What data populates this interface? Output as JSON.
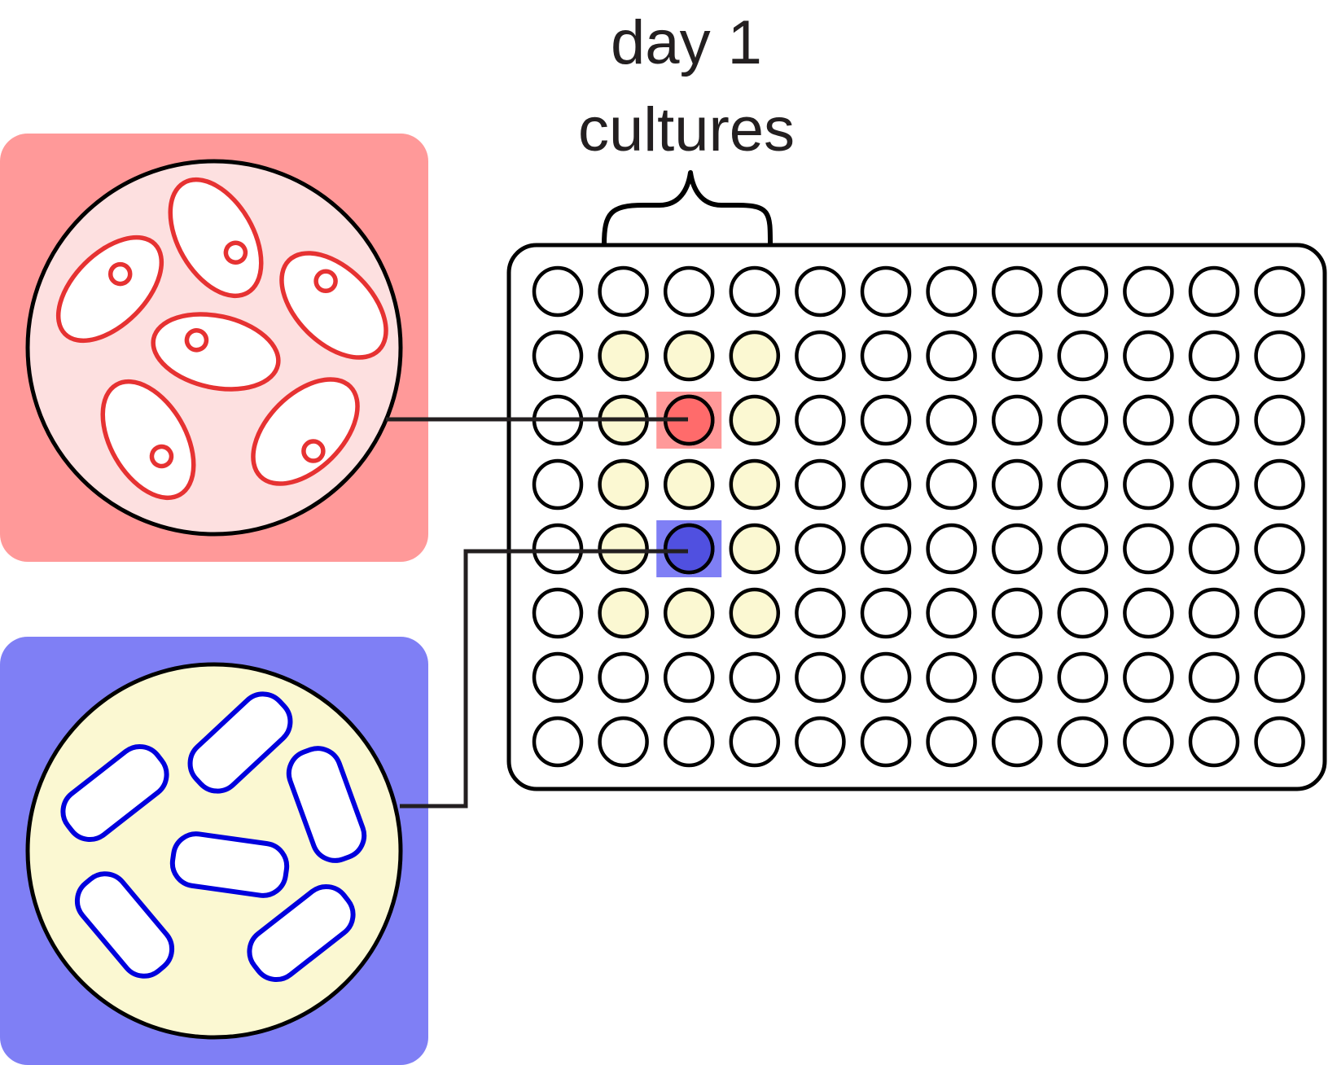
{
  "title": {
    "line1": "day 1",
    "line2": "cultures"
  },
  "plate": {
    "rows": 8,
    "columns": 12,
    "highlighted_wells": [
      [
        1,
        1
      ],
      [
        1,
        2
      ],
      [
        1,
        3
      ],
      [
        2,
        1
      ],
      [
        2,
        2
      ],
      [
        2,
        3
      ],
      [
        3,
        1
      ],
      [
        3,
        2
      ],
      [
        3,
        3
      ],
      [
        4,
        1
      ],
      [
        4,
        2
      ],
      [
        4,
        3
      ],
      [
        5,
        1
      ],
      [
        5,
        2
      ],
      [
        5,
        3
      ]
    ],
    "red_selected_well": [
      2,
      2
    ],
    "blue_selected_well": [
      4,
      2
    ]
  },
  "colors": {
    "red_panel": "#ff9999",
    "red_dish_fill": "#fde0e0",
    "red_cell_stroke": "#e63232",
    "blue_panel": "#7f7ff5",
    "blue_dish_fill": "#fbf8d2",
    "blue_cell_stroke": "#0000dd",
    "culture_well_fill": "#fbf8d2",
    "red_marker": "#ff6b6b",
    "blue_marker": "#5050e0",
    "outline": "#000000",
    "connector": "#231f20"
  },
  "icons": {
    "red_culture": "eukaryotic-cells-icon",
    "blue_culture": "rod-shaped-bacteria-icon",
    "plate": "96-well-plate-icon",
    "brace": "curly-brace-icon"
  }
}
